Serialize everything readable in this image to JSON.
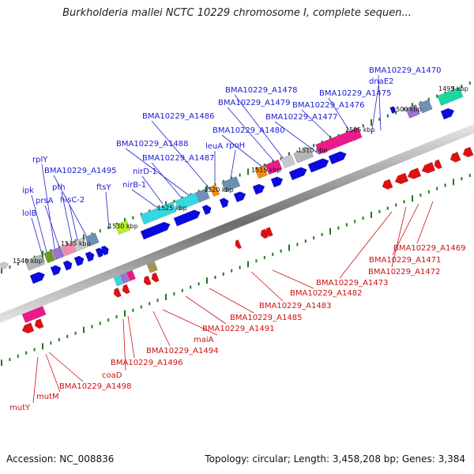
{
  "title": "Burkholderia mallei NCTC 10229 chromosome I, complete sequen...",
  "accession": "Accession: NC_008836",
  "summary": "Topology: circular; Length: 3,458,208 bp; Genes: 3,384",
  "colors": {
    "backbone": "#777777",
    "forward_gene": "#0a0ae0",
    "reverse_gene": "#e01010",
    "forward_label": "#1a1ad6",
    "reverse_label": "#cc1111",
    "tick": "#1f7a1f"
  },
  "kbp_ticks": [
    "1540 kbp",
    "1535 kbp",
    "1530 kbp",
    "1525 kbp",
    "1520 kbp",
    "1515 kbp",
    "1510 kbp",
    "1505 kbp",
    "1500 kbp",
    "1495 kbp"
  ],
  "forward_gene_labels": [
    "BMA10229_A1470",
    "dnaE2",
    "BMA10229_A1475",
    "BMA10229_A1476",
    "BMA10229_A1477",
    "BMA10229_A1478",
    "BMA10229_A1479",
    "BMA10229_A1480",
    "BMA10229_A1486",
    "leuA",
    "rpoH",
    "BMA10229_A1488",
    "BMA10229_A1487",
    "nirD-1",
    "nirB-1",
    "ftsY",
    "rplY",
    "BMA10229_A1495",
    "pth",
    "hisC-2",
    "ipk",
    "prsA",
    "lolB"
  ],
  "reverse_gene_labels": [
    "BMA10229_A1469",
    "BMA10229_A1471",
    "BMA10229_A1472",
    "BMA10229_A1473",
    "BMA10229_A1482",
    "BMA10229_A1483",
    "BMA10229_A1485",
    "BMA10229_A1491",
    "maiA",
    "BMA10229_A1494",
    "BMA10229_A1496",
    "coaD",
    "BMA10229_A1498",
    "mutM",
    "mutY"
  ]
}
